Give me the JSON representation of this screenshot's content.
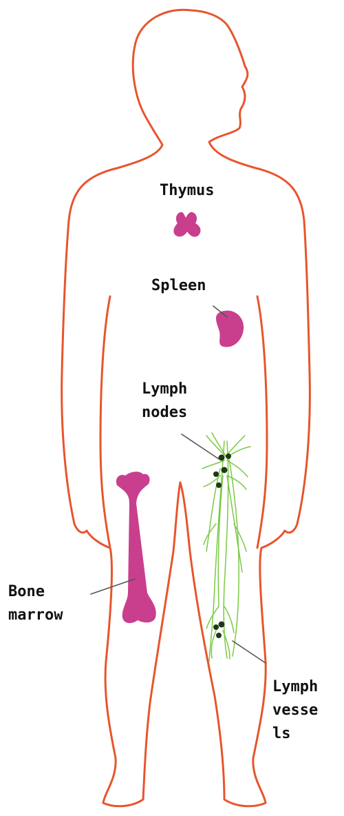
{
  "labels": {
    "thymus": [
      "Thymus"
    ],
    "spleen": [
      "Spleen"
    ],
    "lymph_nodes": [
      "Lymph",
      "nodes"
    ],
    "bone_marrow": [
      "Bone",
      "marrow"
    ],
    "lymph_vessels": [
      "Lymph",
      "vesse",
      "ls"
    ]
  },
  "colors": {
    "outline": "#e8542c",
    "organ": "#c93f8e",
    "vessel": "#7ac943",
    "node": "#1d3a16",
    "leader": "#555555",
    "text": "#111111"
  }
}
